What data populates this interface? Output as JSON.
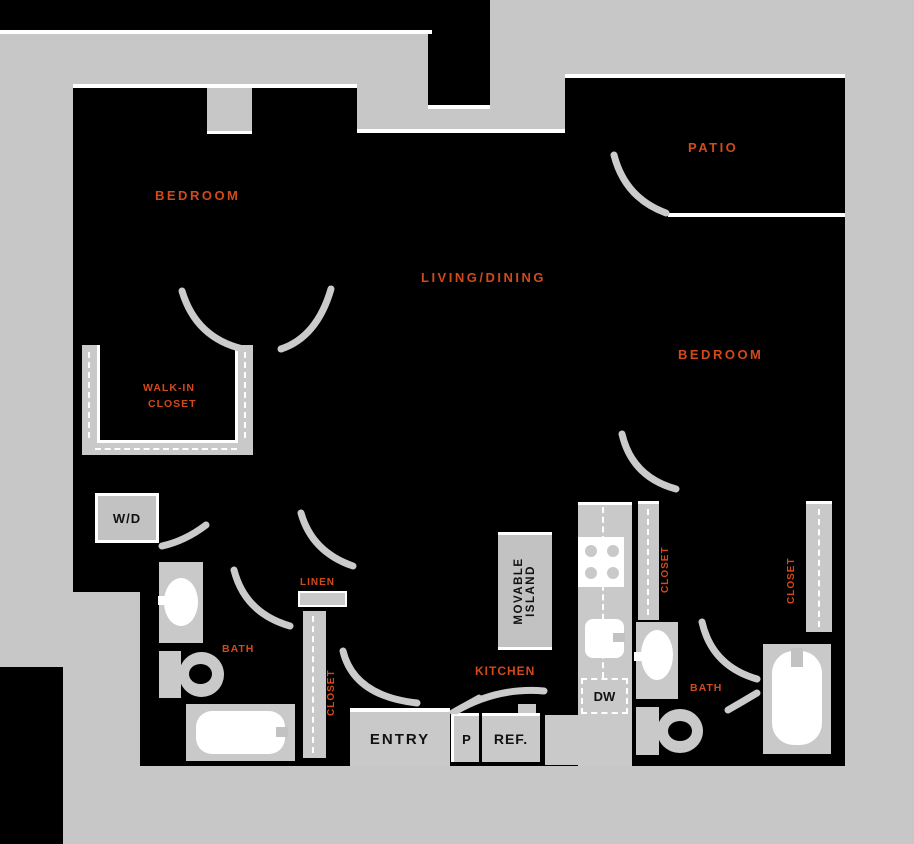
{
  "plan": {
    "title": "apartment-floor-plan",
    "colors": {
      "background": "#c7c7c7",
      "floor": "#000000",
      "fixture": "#c9c9c9",
      "label_accent": "#d2491a",
      "wall_line": "#ffffff",
      "dark_text": "#111111"
    },
    "rooms": {
      "bedroom_left": "BEDROOM",
      "living_dining": "LIVING/DINING",
      "patio": "PATIO",
      "bedroom_right": "BEDROOM",
      "kitchen": "KITCHEN",
      "bath_left": "BATH",
      "bath_right": "BATH",
      "walk_in_closet_line1": "WALK-IN",
      "walk_in_closet_line2": "CLOSET",
      "linen": "LINEN",
      "closet_hall": "CLOSET",
      "closet_mid": "CLOSET",
      "closet_far": "CLOSET",
      "entry": "ENTRY"
    },
    "fixtures": {
      "washer_dryer": "W/D",
      "movable_island_line1": "MOVABLE",
      "movable_island_line2": "ISLAND",
      "dishwasher": "DW",
      "pantry": "P",
      "refrigerator": "REF."
    }
  }
}
